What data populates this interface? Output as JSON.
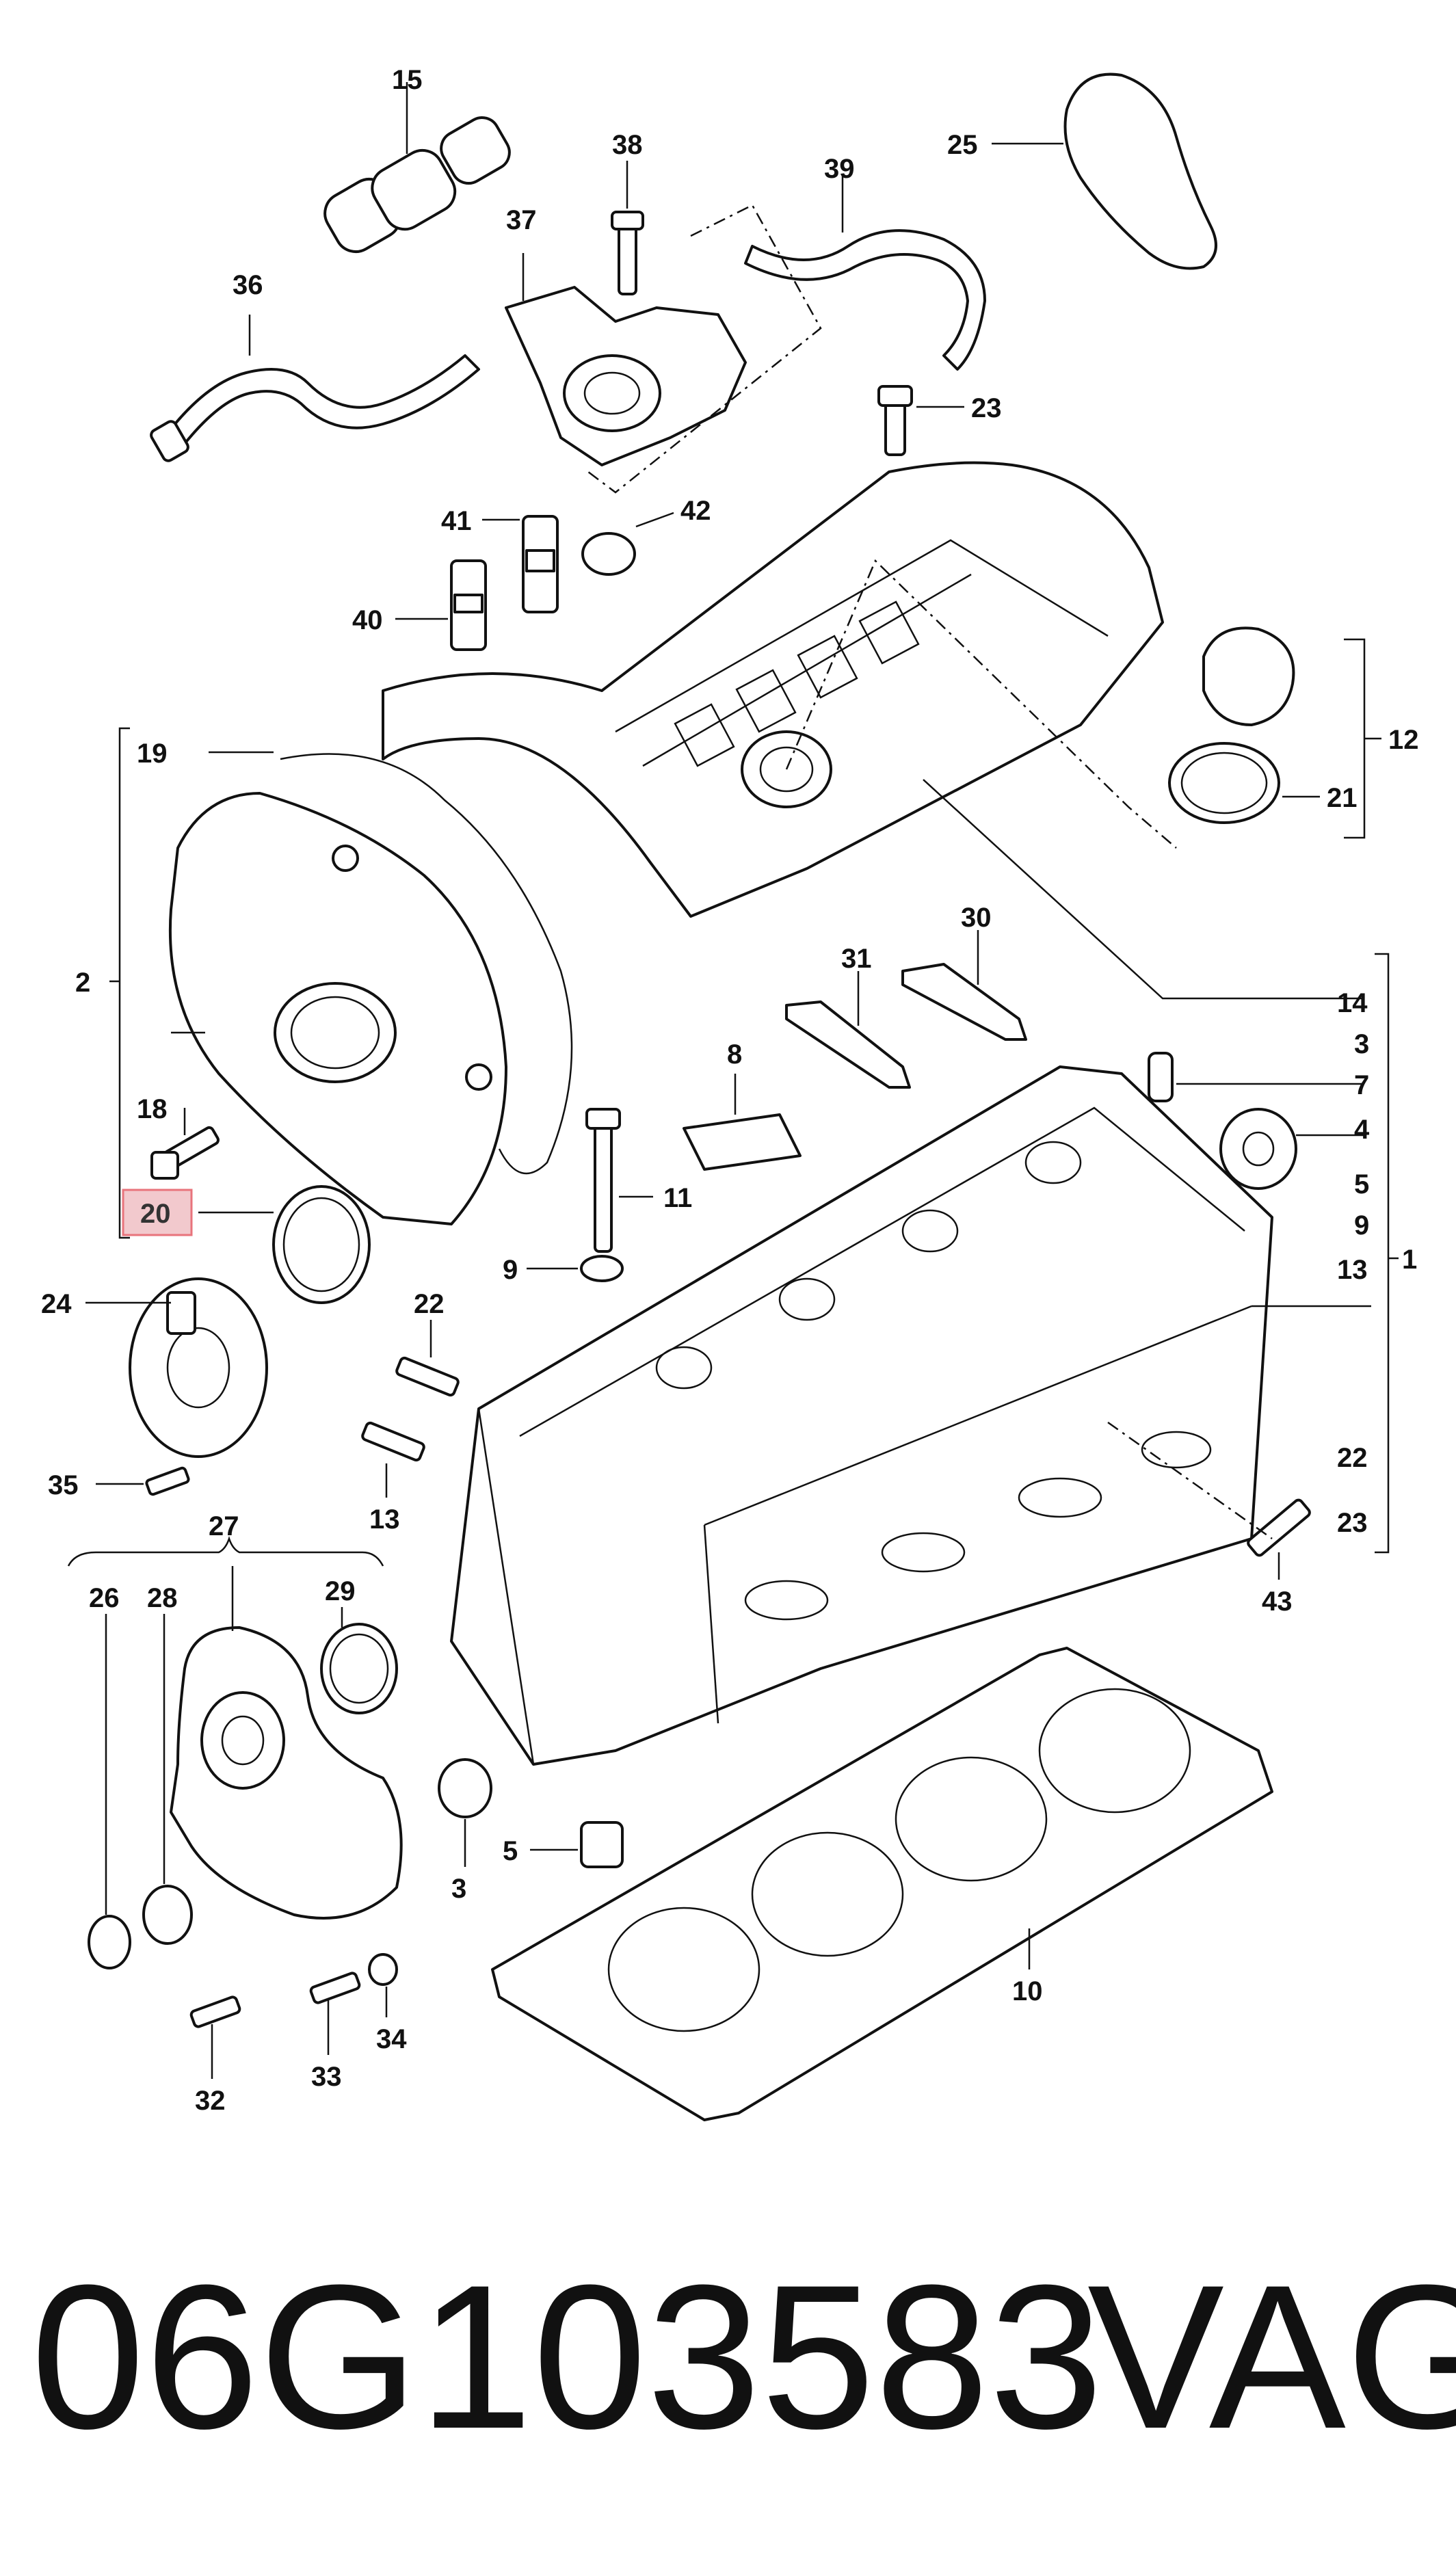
{
  "labels": {
    "l1": "1",
    "l2": "2",
    "l3a": "3",
    "l3b": "3",
    "l4": "4",
    "l5a": "5",
    "l5b": "5",
    "l7": "7",
    "l8": "8",
    "l9a": "9",
    "l9b": "9",
    "l10": "10",
    "l11": "11",
    "l12": "12",
    "l13a": "13",
    "l13b": "13",
    "l14": "14",
    "l15": "15",
    "l18": "18",
    "l19": "19",
    "l20": "20",
    "l21": "21",
    "l22a": "22",
    "l22b": "22",
    "l23a": "23",
    "l23b": "23",
    "l24": "24",
    "l25": "25",
    "l26": "26",
    "l27": "27",
    "l28": "28",
    "l29": "29",
    "l30": "30",
    "l31": "31",
    "l32": "32",
    "l33": "33",
    "l34": "34",
    "l35": "35",
    "l36": "36",
    "l37": "37",
    "l38": "38",
    "l39": "39",
    "l40": "40",
    "l41": "41",
    "l42": "42",
    "l43": "43"
  },
  "highlight": {
    "label": "20",
    "border_color": "#e8747c",
    "fill_color": "#f2c9cd"
  },
  "footer": {
    "part_number": "06G103583",
    "brand": "VAG"
  }
}
